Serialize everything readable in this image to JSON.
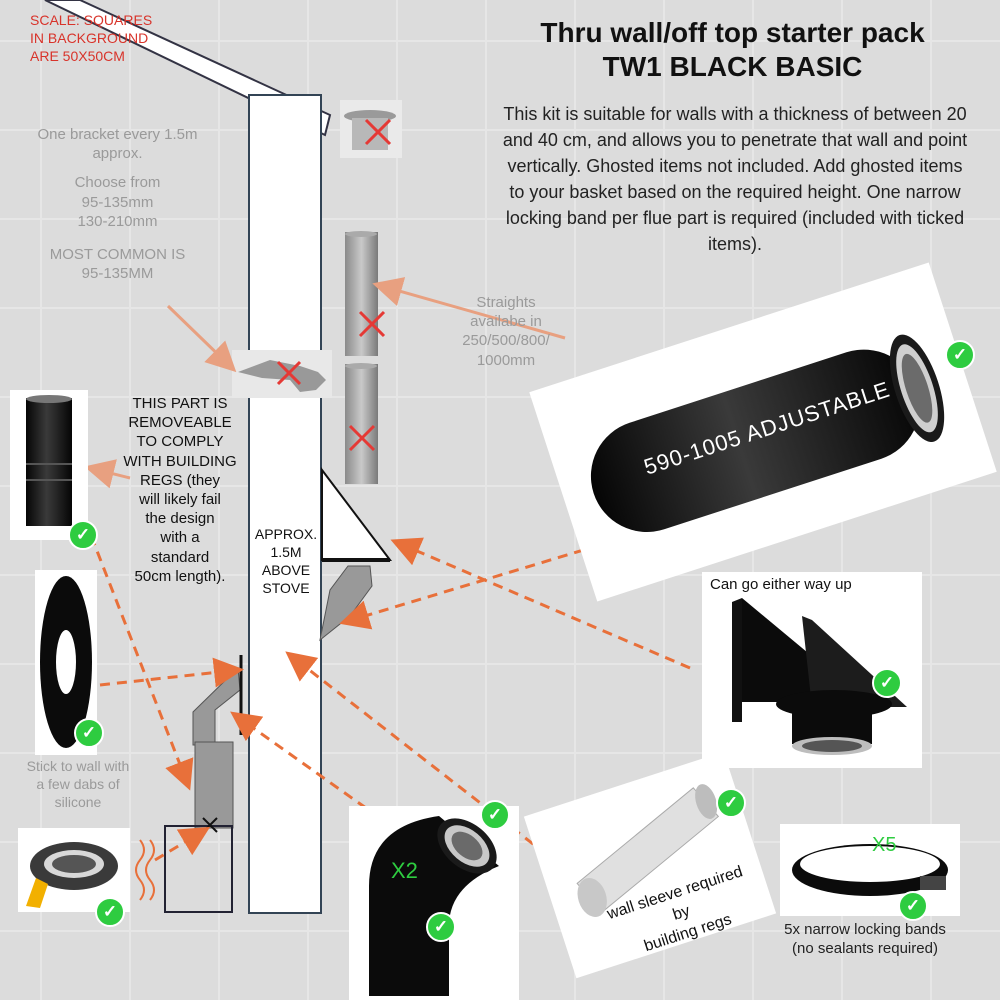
{
  "header": {
    "title_line1": "Thru wall/off top starter pack",
    "title_line2": "TW1 BLACK BASIC",
    "description": "This kit is suitable for walls with a thickness of between 20 and 40 cm, and allows you to penetrate that wall and point vertically. Ghosted items not included. Add ghosted items to your basket based on the required height. One narrow locking band per flue part is required (included with ticked items)."
  },
  "scale_note": [
    "SCALE: SQUARES",
    "IN BACKGROUND",
    "ARE 50X50CM"
  ],
  "bracket_note": {
    "line1": "One bracket every 1.5m",
    "line2": "approx.",
    "choose": [
      "Choose from",
      "95-135mm",
      "130-210mm"
    ],
    "common": [
      "MOST COMMON IS",
      "95-135MM"
    ]
  },
  "straights_note": [
    "Straights",
    "availabe in",
    "250/500/800/",
    "1000mm"
  ],
  "removeable_note": [
    "THIS PART IS",
    "REMOVEABLE",
    "TO COMPLY",
    "WITH BUILDING",
    "REGS (they",
    "will likely fail",
    "the design",
    "with a",
    "standard",
    "50cm length)."
  ],
  "approx_note": [
    "APPROX.",
    "1.5M",
    "ABOVE",
    "STOVE"
  ],
  "adjustable_label": "590-1005 ADJUSTABLE",
  "either_way_note": "Can go either way up",
  "stick_note": [
    "Stick to wall with",
    "a few dabs of",
    "silicone"
  ],
  "elbow_qty": "X2",
  "sleeve_note": [
    "wall sleeve required by",
    "building regs"
  ],
  "bands_qty": "X5",
  "bands_note": [
    "5x narrow locking bands",
    "(no sealants required)"
  ],
  "icons": {
    "check": "check-icon",
    "excluded": "red-cross-icon"
  },
  "colors": {
    "check": "#2ecc40",
    "cross": "#e53935",
    "arrow": "#e8703a",
    "scale_text": "#d8332a"
  }
}
